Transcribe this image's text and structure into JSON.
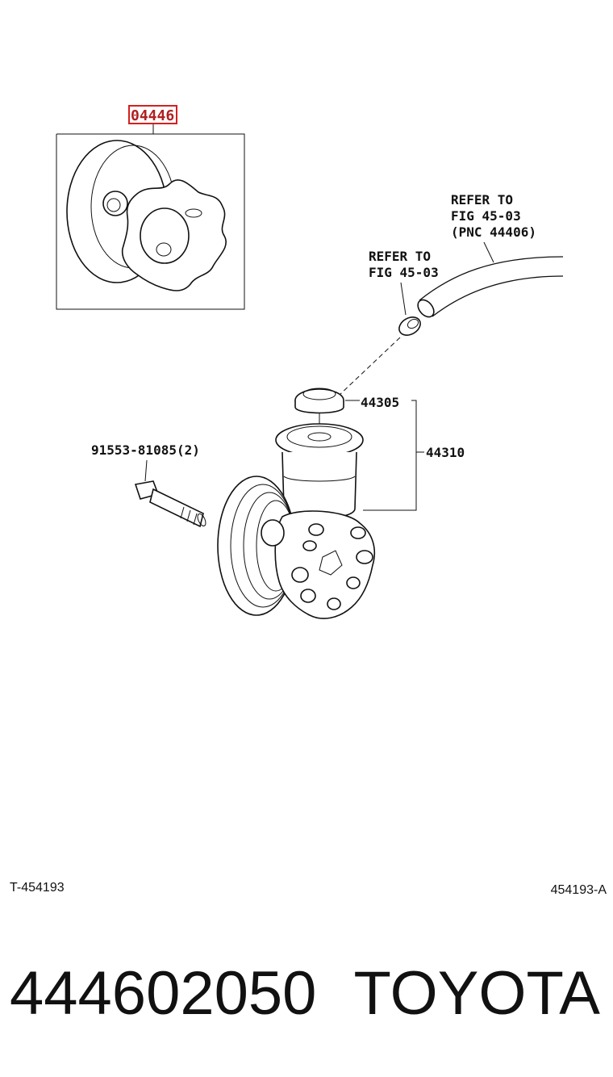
{
  "labels": {
    "kit": "04446",
    "refer_hose_1": "REFER TO",
    "refer_hose_2": "FIG 45-03",
    "refer_hose_3": "(PNC 44406)",
    "refer_clamp_1": "REFER TO",
    "refer_clamp_2": "FIG 45-03",
    "cap": "44305",
    "reservoir": "44310",
    "bolt": "91553-81085(2)"
  },
  "footer": {
    "illustration_left": "T-454193",
    "illustration_right": "454193-A",
    "part_number": "444602050",
    "brand": "TOYOTA"
  },
  "colors": {
    "highlight": "#d22020",
    "ink": "#111111"
  }
}
